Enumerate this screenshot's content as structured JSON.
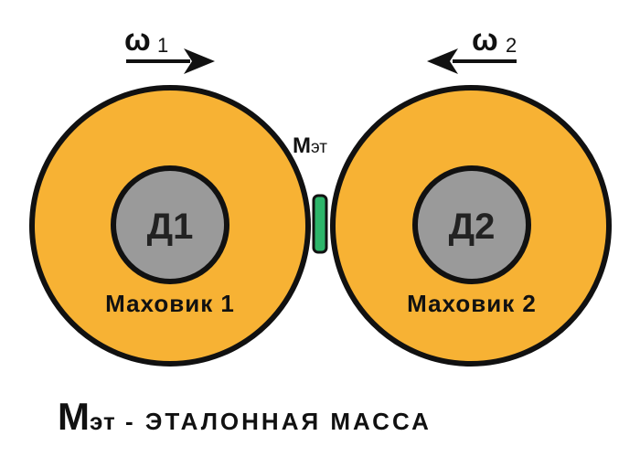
{
  "flywheels": [
    {
      "label": "Маховик 1",
      "motor": "Д1",
      "speed_symbol": "ω",
      "speed_index": "1",
      "arrow_direction": "right"
    },
    {
      "label": "Маховик 2",
      "motor": "Д2",
      "speed_symbol": "ω",
      "speed_index": "2",
      "arrow_direction": "left"
    }
  ],
  "reference_mass": {
    "symbol_main": "М",
    "symbol_sub": "эт"
  },
  "legend": {
    "symbol_main": "М",
    "symbol_sub": "эт",
    "description": " - ЭТАЛОННАЯ МАССА"
  },
  "colors": {
    "flywheel_fill": "#F7B234",
    "hub_fill": "#9A9A9A",
    "outline": "#111111",
    "mass_fill": "#2DB56A",
    "arrow": "#111111"
  }
}
